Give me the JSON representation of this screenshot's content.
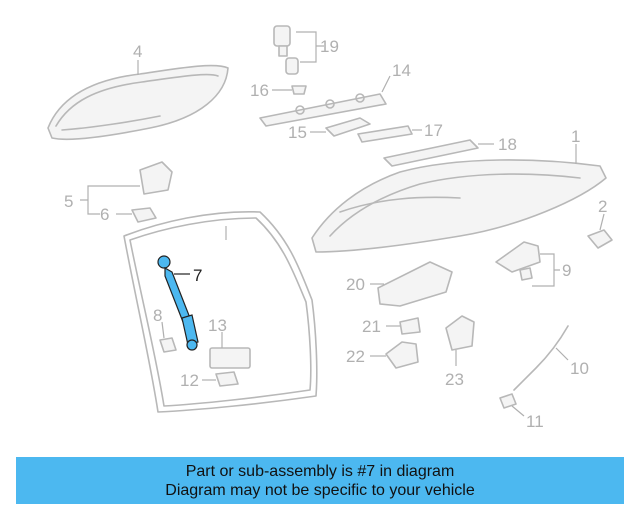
{
  "diagram": {
    "highlight_color": "#4cb8f0",
    "part_color": "#b8b8b8",
    "callouts": {
      "c1": "1",
      "c2": "2",
      "c4": "4",
      "c5": "5",
      "c6": "6",
      "c7": "7",
      "c8": "8",
      "c9": "9",
      "c10": "10",
      "c11": "11",
      "c12": "12",
      "c13": "13",
      "c14": "14",
      "c15": "15",
      "c16": "16",
      "c17": "17",
      "c18": "18",
      "c19": "19",
      "c20": "20",
      "c21": "21",
      "c22": "22",
      "c23": "23"
    }
  },
  "banner": {
    "line1": "Part or sub-assembly is #7 in diagram",
    "line2": "Diagram may not be specific to your vehicle",
    "background": "#4cb8f0"
  }
}
